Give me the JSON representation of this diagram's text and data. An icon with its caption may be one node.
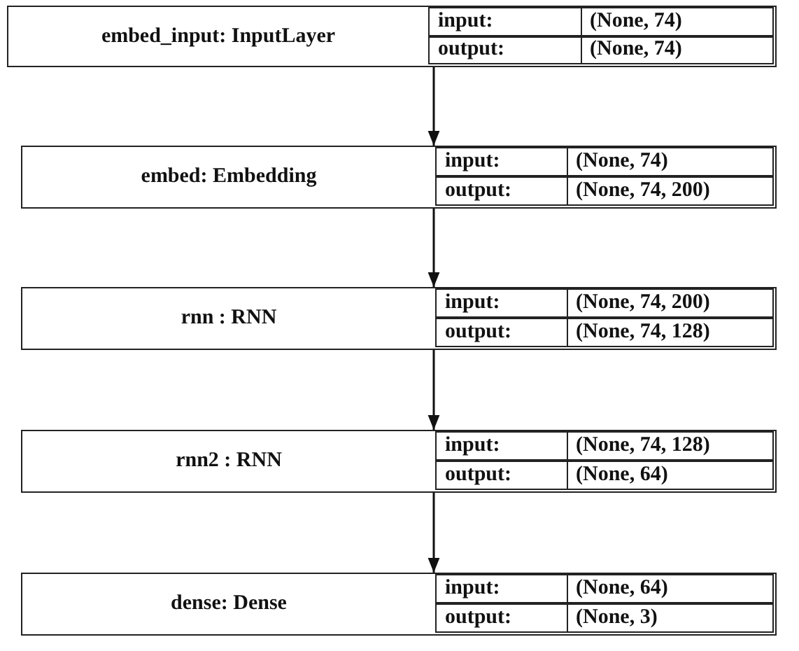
{
  "diagram": {
    "nodes": [
      {
        "text": [
          "embed_input: InputLayer",
          "input:",
          "(None, 74)",
          "output:",
          "(None, 74)"
        ]
      },
      {
        "text": [
          "embed: Embedding",
          "input:",
          "(None, 74)",
          "output:",
          "(None, 74, 200)"
        ]
      },
      {
        "text": [
          "rnn : RNN",
          "input:",
          "(None, 74, 200)",
          "output:",
          "(None, 74, 128)"
        ]
      },
      {
        "text": [
          "rnn2 : RNN",
          "input:",
          "(None, 74, 128)",
          "output:",
          "(None, 64)"
        ]
      },
      {
        "text": [
          "dense: Dense",
          "input:",
          "(None, 64)",
          "output:",
          "(None, 3)"
        ]
      }
    ],
    "edges": [
      {
        "from": 0,
        "to": 1,
        "arrow": "to"
      },
      {
        "from": 1,
        "to": 2,
        "arrow": "to"
      },
      {
        "from": 2,
        "to": 3,
        "arrow": "to"
      },
      {
        "from": 3,
        "to": 4,
        "arrow": "to"
      }
    ]
  }
}
